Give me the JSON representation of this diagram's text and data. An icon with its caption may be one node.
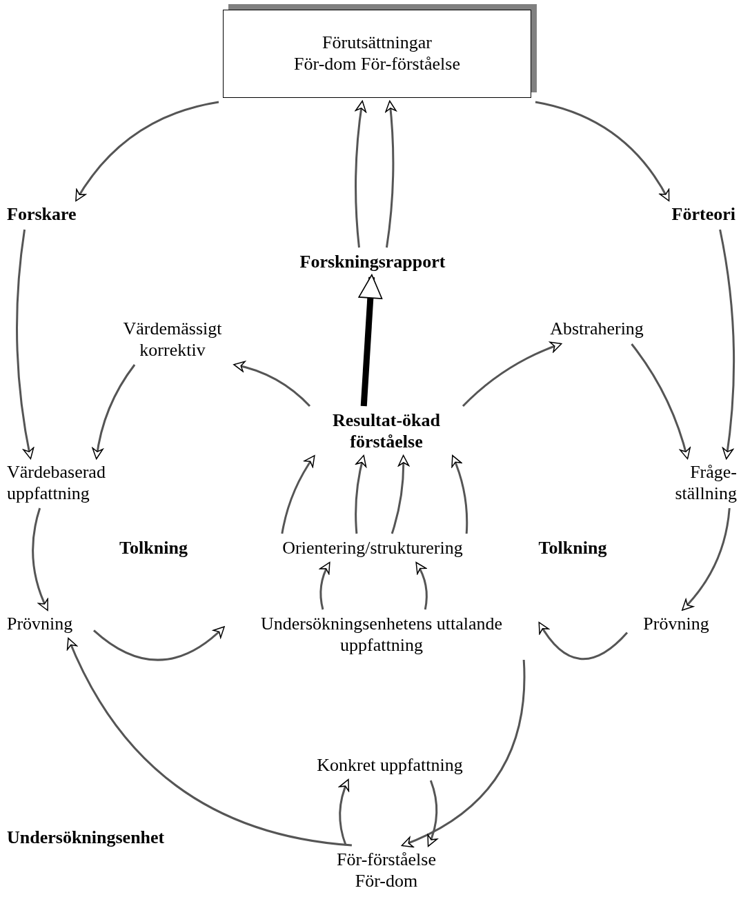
{
  "diagram": {
    "nodes": [
      {
        "text": [
          "Förutsättningar",
          "För-dom För-förståelse"
        ]
      },
      {
        "text": [
          "Forskare"
        ]
      },
      {
        "text": [
          "Förteori"
        ]
      },
      {
        "text": [
          "Forskningsrapport"
        ]
      },
      {
        "text": [
          "Värdemässigt korrektiv"
        ]
      },
      {
        "text": [
          "Abstrahering"
        ]
      },
      {
        "text": [
          "Resultat-ökad förståelse"
        ]
      },
      {
        "text": [
          "Värdebaserad uppfattning"
        ]
      },
      {
        "text": [
          "Fråge-ställning"
        ]
      },
      {
        "text": [
          "Tolkning"
        ]
      },
      {
        "text": [
          "Orientering/strukturering"
        ]
      },
      {
        "text": [
          "Tolkning"
        ]
      },
      {
        "text": [
          "Prövning"
        ]
      },
      {
        "text": [
          "Undersökningsenhetens uttalande uppfattning"
        ]
      },
      {
        "text": [
          "Prövning"
        ]
      },
      {
        "text": [
          "Konkret uppfattning"
        ]
      },
      {
        "text": [
          "Undersökningsenhet"
        ]
      },
      {
        "text": [
          "För-förståelse För-dom"
        ]
      }
    ],
    "edges": [
      {
        "from": 0,
        "to": 1,
        "arrow": "to"
      },
      {
        "from": 0,
        "to": 2,
        "arrow": "to"
      },
      {
        "from": 3,
        "to": 0,
        "arrow": "to"
      },
      {
        "from": 3,
        "to": 0,
        "arrow": "to"
      },
      {
        "from": 1,
        "to": 7,
        "arrow": "to"
      },
      {
        "from": 4,
        "to": 7,
        "arrow": "to"
      },
      {
        "from": 2,
        "to": 8,
        "arrow": "to"
      },
      {
        "from": 5,
        "to": 8,
        "arrow": "to"
      },
      {
        "from": 6,
        "to": 5,
        "arrow": "to"
      },
      {
        "from": 6,
        "to": 4,
        "arrow": "to"
      },
      {
        "from": 6,
        "to": 3,
        "arrow": "to",
        "style": "thick"
      },
      {
        "from": 10,
        "to": 6,
        "arrow": "to"
      },
      {
        "from": 10,
        "to": 6,
        "arrow": "to"
      },
      {
        "from": 10,
        "to": 6,
        "arrow": "to"
      },
      {
        "from": 10,
        "to": 6,
        "arrow": "to"
      },
      {
        "from": 7,
        "to": 12,
        "arrow": "to"
      },
      {
        "from": 8,
        "to": 14,
        "arrow": "to"
      },
      {
        "from": 13,
        "to": 10,
        "arrow": "to"
      },
      {
        "from": 13,
        "to": 10,
        "arrow": "to"
      },
      {
        "from": 12,
        "to": 13,
        "arrow": "to"
      },
      {
        "from": 14,
        "to": 13,
        "arrow": "to"
      },
      {
        "from": 13,
        "to": 17,
        "arrow": "to"
      },
      {
        "from": 17,
        "to": 12,
        "arrow": "to"
      },
      {
        "from": 17,
        "to": 15,
        "arrow": "to"
      },
      {
        "from": 15,
        "to": 17,
        "arrow": "to"
      }
    ]
  }
}
